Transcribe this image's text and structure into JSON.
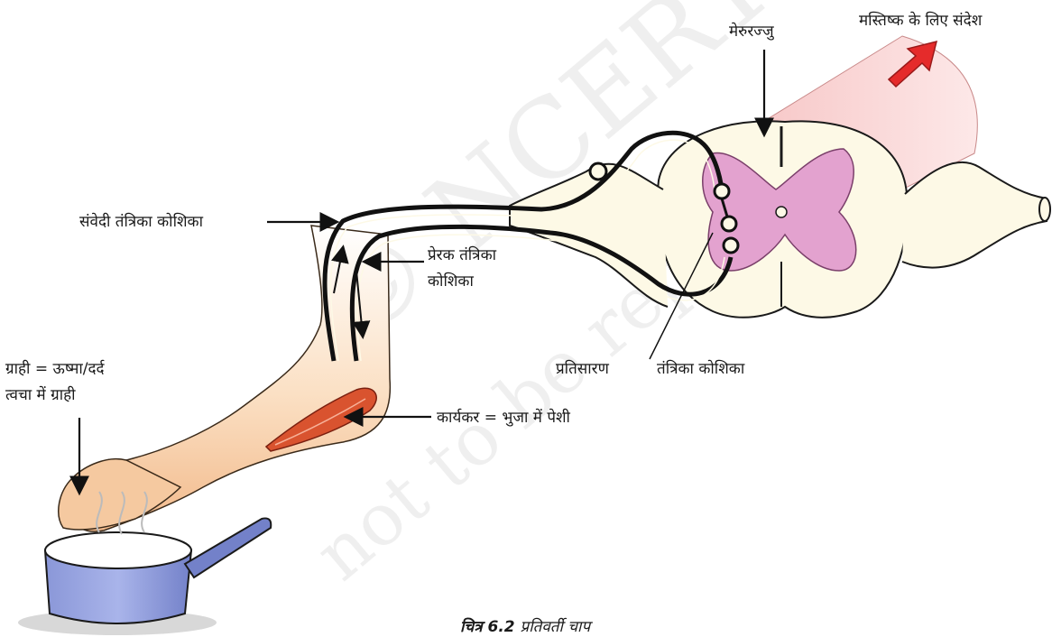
{
  "labels": {
    "spinal_cord": "मेरुरज्जु",
    "brain_message": "मस्तिष्क के लिए संदेश",
    "sensory_neuron": "संवेदी तंत्रिका कोशिका",
    "motor_neuron_line1": "प्रेरक तंत्रिका",
    "motor_neuron_line2": "कोशिका",
    "relay": "प्रतिसारण",
    "relay_neuron": "तंत्रिका कोशिका",
    "receptor_line1": "ग्राही = ऊष्मा/दर्द",
    "receptor_line2": "त्वचा में ग्राही",
    "effector": "कार्यकर  = भुजा में पेशी"
  },
  "caption": {
    "number": "चित्र 6.2",
    "title": "प्रतिवर्ती चाप"
  },
  "watermark": {
    "line1": "© NCERT",
    "line2": "not to be republished"
  },
  "colors": {
    "tissue": "#fdf9e6",
    "grey_matter": "#e3a2cf",
    "arrow_red": "#e52b2b",
    "skin": "#f5c9a0",
    "muscle": "#d9532f",
    "pan_blue": "#7f8fd4"
  }
}
